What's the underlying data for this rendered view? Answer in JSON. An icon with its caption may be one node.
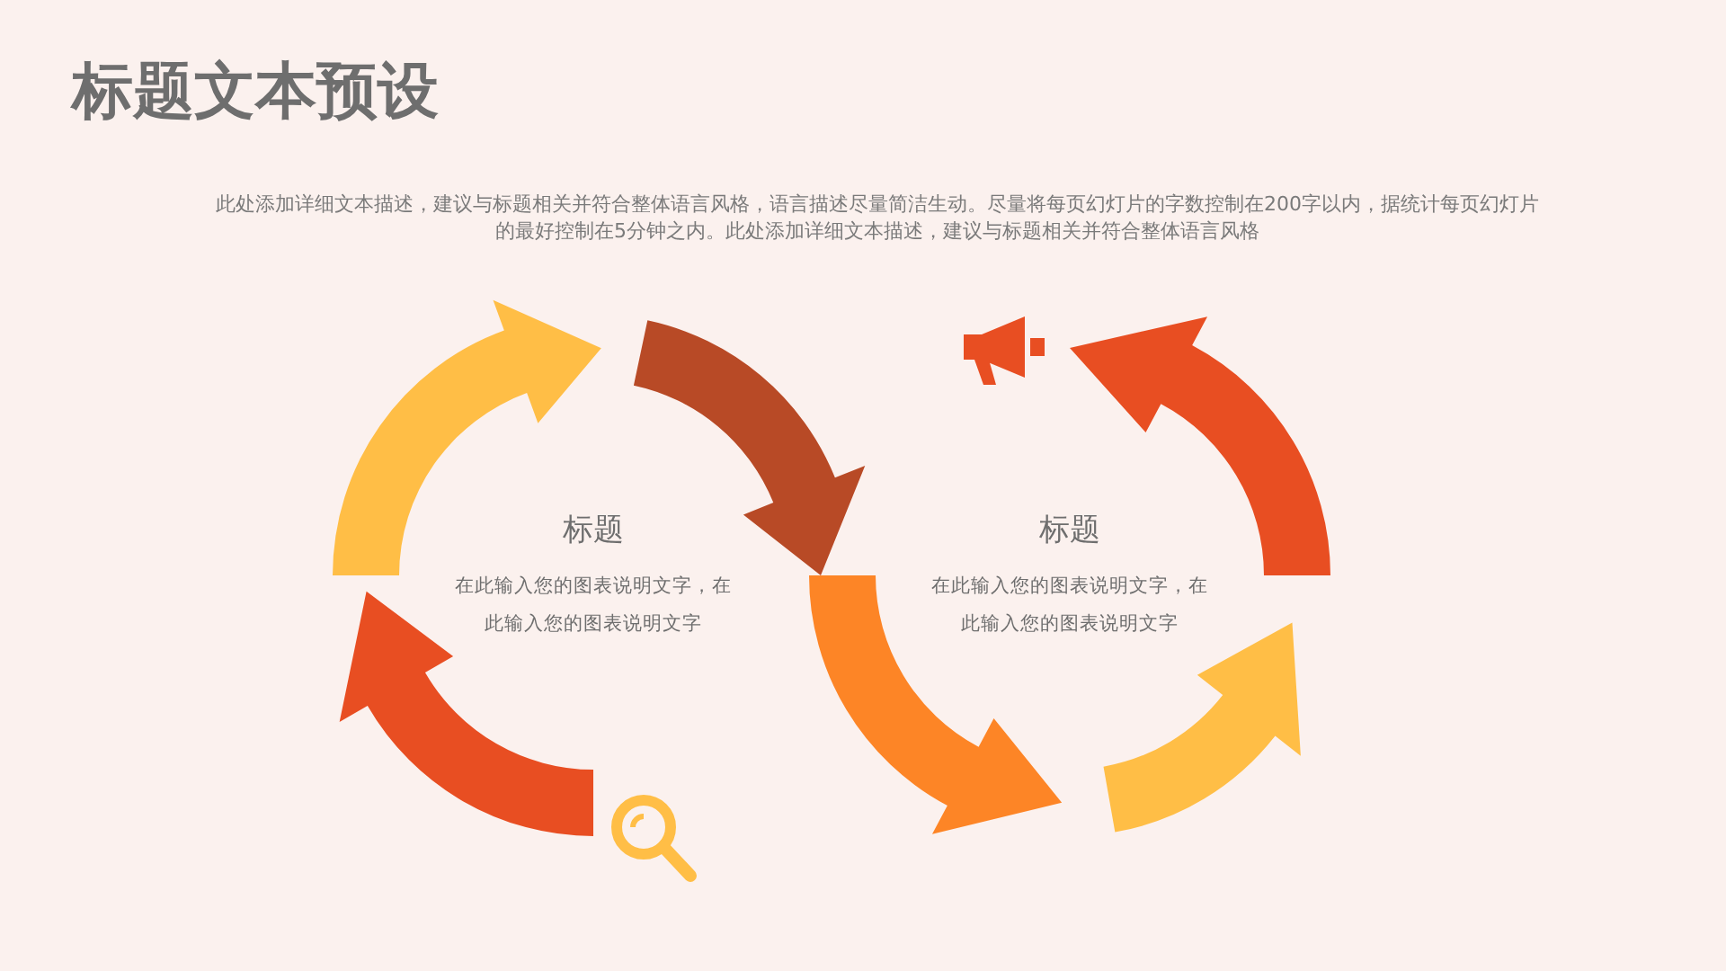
{
  "diagram": {
    "title": "标题文本预设",
    "nodes": [
      {
        "text": [
          "标题",
          "在此输入您的图表说明文字，在此输入您的图表说明文字"
        ]
      },
      {
        "text": [
          "标题",
          "在此输入您的图表说明文字，在此输入您的图表说明文字"
        ]
      }
    ],
    "labels": [
      "此处添加详细文本描述，建议与标题相关并符合整体语言风格，语言描述尽量简洁生动。尽量将每页幻灯片的字数控制在200字以内，据统计每页幻灯片的最好控制在5分钟之内。此处添加详细文本描述，建议与标题相关并符合整体语言风格"
    ]
  }
}
